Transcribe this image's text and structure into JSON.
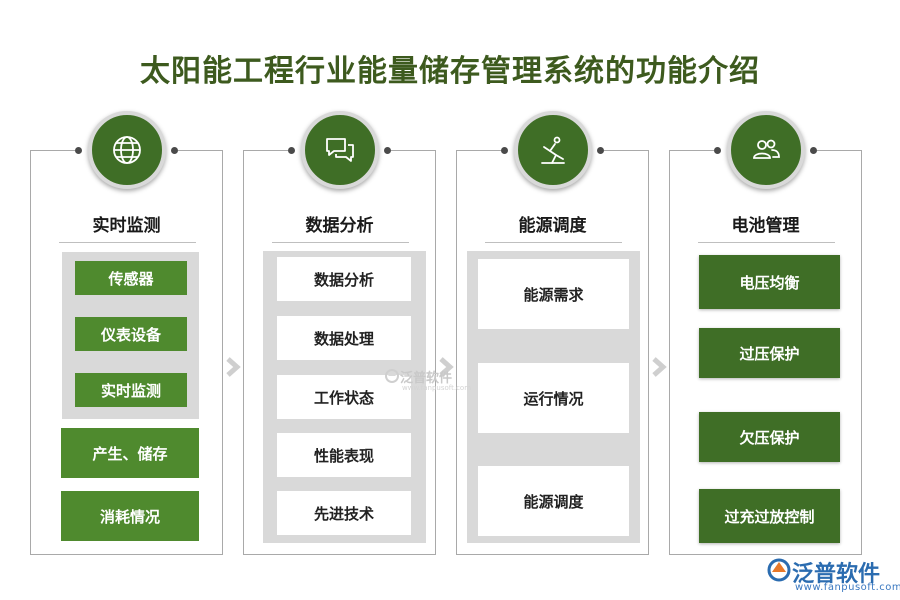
{
  "title": "太阳能工程行业能量储存管理系统的功能介绍",
  "panels": [
    {
      "title": "实时监测",
      "icon": "globe-icon",
      "inner_items": [
        "传感器",
        "仪表设备",
        "实时监测"
      ],
      "outer_items": [
        "产生、储存",
        "消耗情况"
      ]
    },
    {
      "title": "数据分析",
      "icon": "chat-bubbles-icon",
      "items": [
        "数据分析",
        "数据处理",
        "工作状态",
        "性能表现",
        "先进技术"
      ]
    },
    {
      "title": "能源调度",
      "icon": "pen-tool-icon",
      "items": [
        "能源需求",
        "运行情况",
        "能源调度"
      ]
    },
    {
      "title": "电池管理",
      "icon": "users-icon",
      "items": [
        "电压均衡",
        "过压保护",
        "欠压保护",
        "过充过放控制"
      ]
    }
  ],
  "watermark": {
    "name": "泛普软件",
    "url": "www.fanpusoft.com"
  },
  "logo": {
    "name": "泛普软件",
    "url": "www.fanpusoft.com"
  },
  "colors": {
    "title": "#3d5a1e",
    "dark_green": "#3f6e26",
    "green": "#4f8a2e",
    "gray": "#d9d9d9",
    "border": "#a9a9a9"
  }
}
